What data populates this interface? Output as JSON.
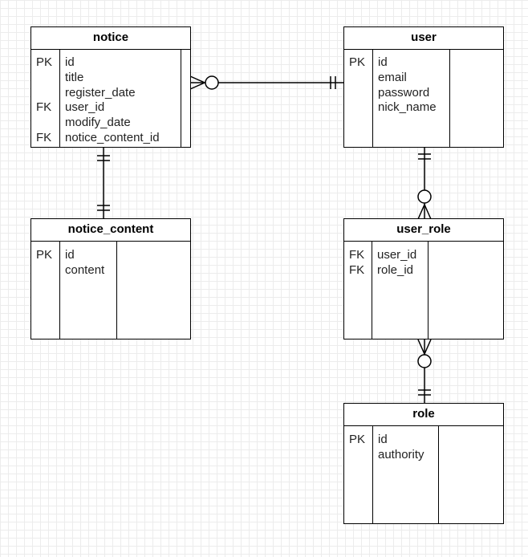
{
  "entities": {
    "notice": {
      "title": "notice",
      "rows": [
        {
          "key": "PK",
          "field": "id"
        },
        {
          "key": "",
          "field": "title"
        },
        {
          "key": "",
          "field": "register_date"
        },
        {
          "key": "FK",
          "field": "user_id"
        },
        {
          "key": "",
          "field": "modify_date"
        },
        {
          "key": "FK",
          "field": "notice_content_id"
        }
      ]
    },
    "user": {
      "title": "user",
      "rows": [
        {
          "key": "PK",
          "field": "id"
        },
        {
          "key": "",
          "field": "email"
        },
        {
          "key": "",
          "field": "password"
        },
        {
          "key": "",
          "field": "nick_name"
        }
      ]
    },
    "notice_content": {
      "title": "notice_content",
      "rows": [
        {
          "key": "PK",
          "field": "id"
        },
        {
          "key": "",
          "field": "content"
        }
      ]
    },
    "user_role": {
      "title": "user_role",
      "rows": [
        {
          "key": "FK",
          "field": "user_id"
        },
        {
          "key": "FK",
          "field": "role_id"
        }
      ]
    },
    "role": {
      "title": "role",
      "rows": [
        {
          "key": "PK",
          "field": "id"
        },
        {
          "key": "",
          "field": "authority"
        }
      ]
    }
  },
  "relationships": [
    {
      "from": "notice",
      "to": "user",
      "from_end": "zero-or-many",
      "to_end": "exactly-one"
    },
    {
      "from": "notice",
      "to": "notice_content",
      "from_end": "exactly-one",
      "to_end": "exactly-one"
    },
    {
      "from": "user",
      "to": "user_role",
      "from_end": "exactly-one",
      "to_end": "zero-or-many"
    },
    {
      "from": "user_role",
      "to": "role",
      "from_end": "zero-or-many",
      "to_end": "exactly-one"
    }
  ]
}
